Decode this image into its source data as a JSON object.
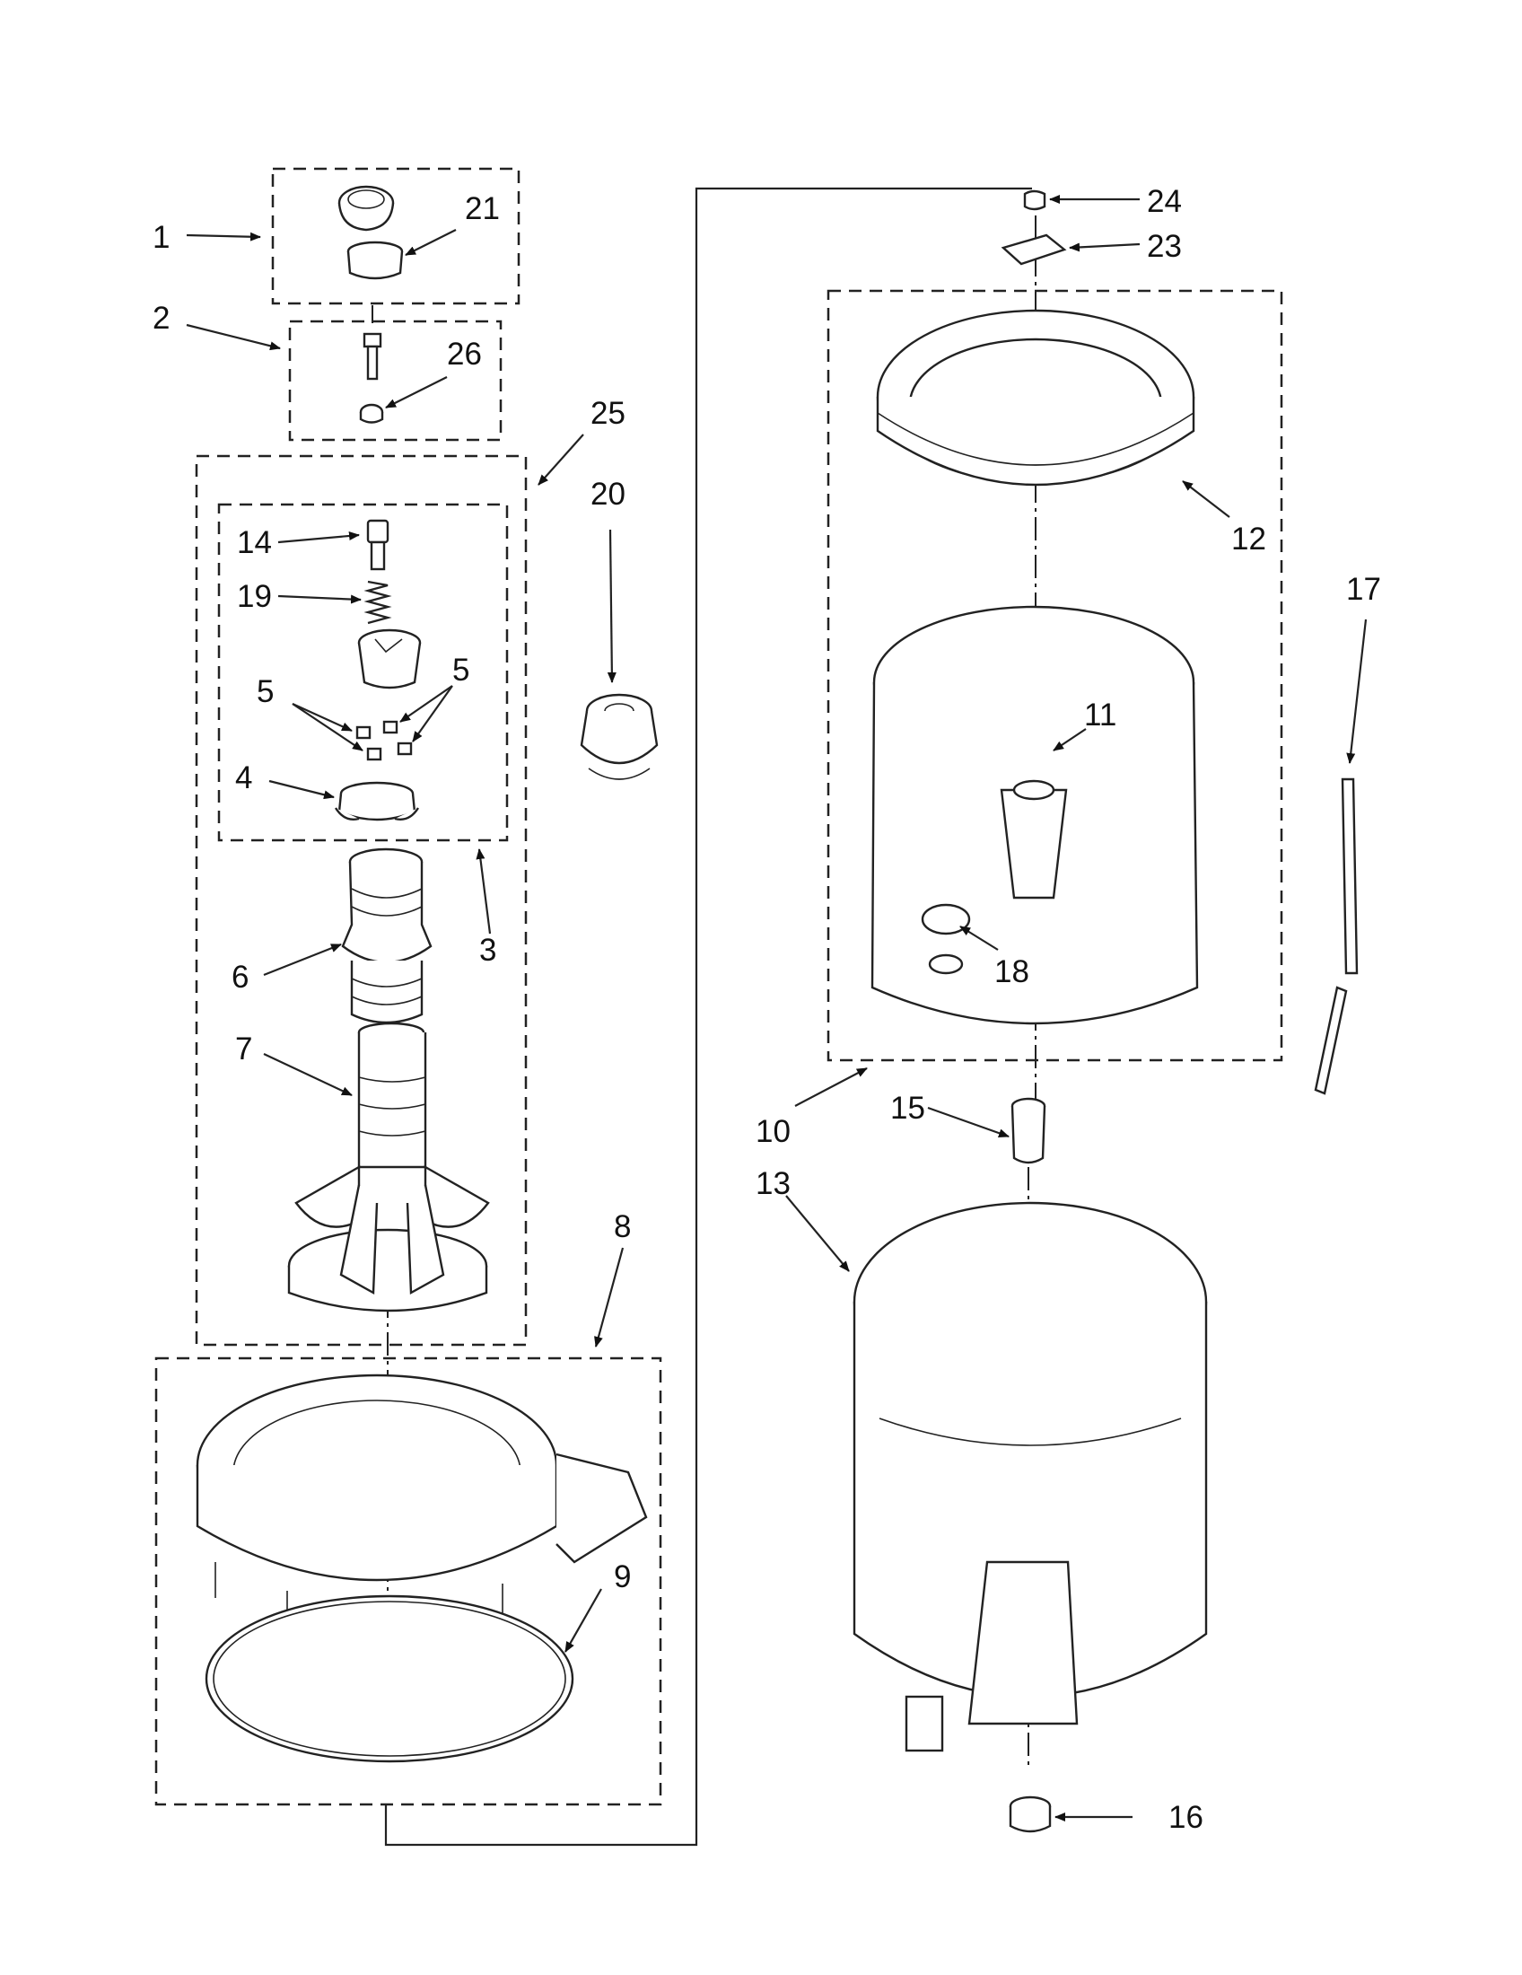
{
  "diagram": {
    "callouts": {
      "c1": "1",
      "c2": "2",
      "c3": "3",
      "c4": "4",
      "c5a": "5",
      "c5b": "5",
      "c6": "6",
      "c7": "7",
      "c8": "8",
      "c9": "9",
      "c10": "10",
      "c11": "11",
      "c12": "12",
      "c13": "13",
      "c14": "14",
      "c15": "15",
      "c16": "16",
      "c17": "17",
      "c18": "18",
      "c19": "19",
      "c20": "20",
      "c21": "21",
      "c23": "23",
      "c24": "24",
      "c25": "25",
      "c26": "26"
    }
  }
}
